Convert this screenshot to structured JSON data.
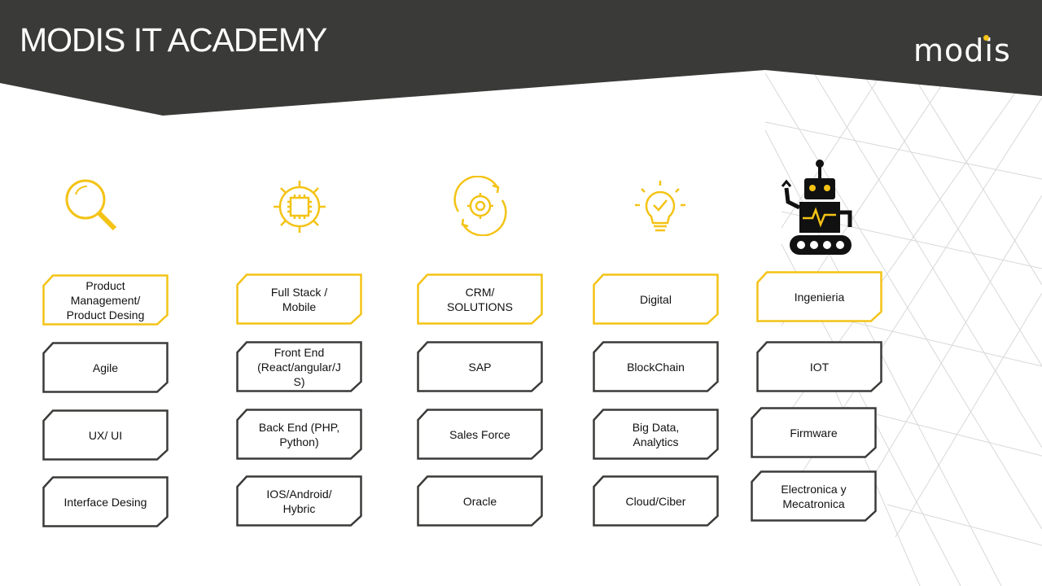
{
  "header": {
    "title": "MODIS IT ACADEMY",
    "logo": "modis"
  },
  "colors": {
    "dark": "#3a3b38",
    "accent": "#f4c316"
  },
  "columns": [
    {
      "icon": "magnifier-icon",
      "header": "Product\nManagement/\nProduct Desing",
      "items": [
        "Agile",
        "UX/ UI",
        "Interface Desing"
      ]
    },
    {
      "icon": "gear-chip-icon",
      "header": "Full Stack /\nMobile",
      "items": [
        "Front End\n(React/angular/J\nS)",
        "Back End (PHP,\nPython)",
        "IOS/Android/\nHybric"
      ]
    },
    {
      "icon": "refresh-gear-icon",
      "header": "CRM/\nSOLUTIONS",
      "items": [
        "SAP",
        "Sales Force",
        "Oracle"
      ]
    },
    {
      "icon": "lightbulb-icon",
      "header": "Digital",
      "items": [
        "BlockChain",
        "Big Data,\nAnalytics",
        "Cloud/Ciber"
      ]
    },
    {
      "icon": "robot-icon",
      "header": "Ingenieria",
      "items": [
        "IOT",
        "Firmware",
        "Electronica y\nMecatronica"
      ]
    }
  ]
}
